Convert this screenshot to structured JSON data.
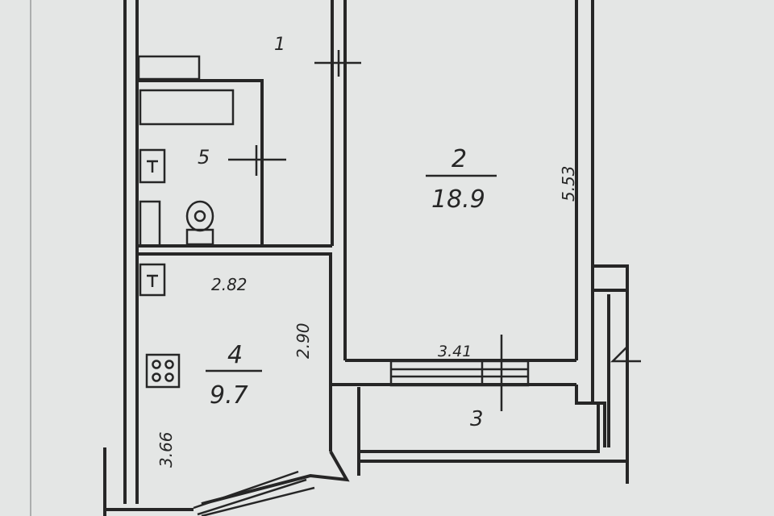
{
  "rooms": {
    "r1": {
      "number": "1"
    },
    "r2": {
      "number": "2",
      "area": "18.9",
      "height_dim": "5.53",
      "width_dim": "3.41"
    },
    "r3": {
      "number": "3"
    },
    "r4": {
      "number": "4",
      "area": "9.7",
      "width_dim": "2.82",
      "depth_dim": "2.90",
      "length_dim": "3.66"
    },
    "r5": {
      "number": "5"
    }
  }
}
